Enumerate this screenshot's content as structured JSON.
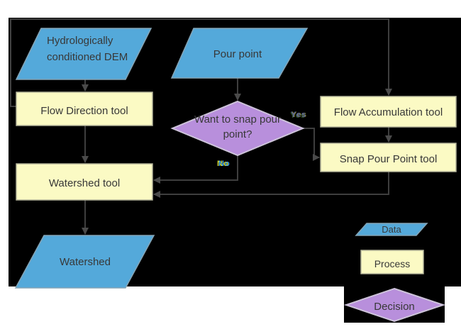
{
  "flowchart": {
    "nodes": {
      "dem": {
        "label": "Hydrologically conditioned DEM",
        "type": "data"
      },
      "pour_point": {
        "label": "Pour point",
        "type": "data"
      },
      "flow_direction": {
        "label": "Flow Direction tool",
        "type": "process"
      },
      "flow_accumulation": {
        "label": "Flow Accumulation tool",
        "type": "process"
      },
      "snap_pour_point": {
        "label": "Snap Pour Point tool",
        "type": "process"
      },
      "decision": {
        "label": "Want to snap pour point?",
        "type": "decision"
      },
      "watershed_tool": {
        "label": "Watershed tool",
        "type": "process"
      },
      "watershed": {
        "label": "Watershed",
        "type": "data"
      }
    },
    "branch_labels": {
      "yes": "Yes",
      "no": "No"
    },
    "legend": {
      "data_label": "Data",
      "process_label": "Process",
      "decision_label": "Decision"
    },
    "colors": {
      "canvas_background": "#000000",
      "data_fill": "#54a9da",
      "process_fill": "#fbfac4",
      "decision_fill": "#b88fdc",
      "connector": "#3e3e3e",
      "arrowhead": "#4a4a4a"
    }
  }
}
